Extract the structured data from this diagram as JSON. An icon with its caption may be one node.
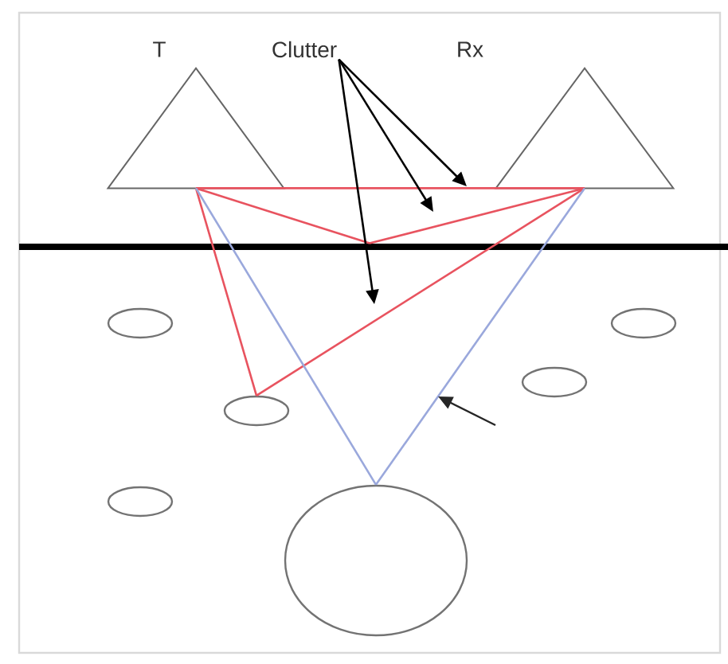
{
  "diagram": {
    "nodes": [
      {
        "text": [
          "T"
        ]
      },
      {
        "text": [
          "Clutter"
        ]
      },
      {
        "text": [
          "Rx"
        ]
      },
      {
        "text": [],
        "shape": "bar"
      },
      {
        "text": [],
        "shape": "circle"
      },
      {
        "text": [],
        "shape": "circle"
      },
      {
        "text": [],
        "shape": "circle"
      },
      {
        "text": [],
        "shape": "circle"
      },
      {
        "text": [],
        "shape": "circle"
      },
      {
        "text": [],
        "shape": "circle"
      }
    ],
    "edges": [
      {
        "from": 0,
        "to": 2,
        "arrow": "none",
        "color": "#e8535f"
      },
      {
        "from": 0,
        "to": 3,
        "arrow": "none",
        "color": "#e8535f"
      },
      {
        "from": 3,
        "to": 2,
        "arrow": "none",
        "color": "#e8535f"
      },
      {
        "from": 0,
        "to": 7,
        "arrow": "none",
        "color": "#e8535f"
      },
      {
        "from": 7,
        "to": 2,
        "arrow": "none",
        "color": "#e8535f"
      },
      {
        "from": 0,
        "to": 9,
        "arrow": "none",
        "color": "#9aa8dc"
      },
      {
        "from": 9,
        "to": 2,
        "arrow": "none",
        "color": "#9aa8dc"
      },
      {
        "from": 1,
        "to": null,
        "arrow": "to",
        "color": "#000000"
      },
      {
        "from": 1,
        "to": null,
        "arrow": "to",
        "color": "#000000"
      },
      {
        "from": 1,
        "to": null,
        "arrow": "to",
        "color": "#000000"
      }
    ]
  }
}
